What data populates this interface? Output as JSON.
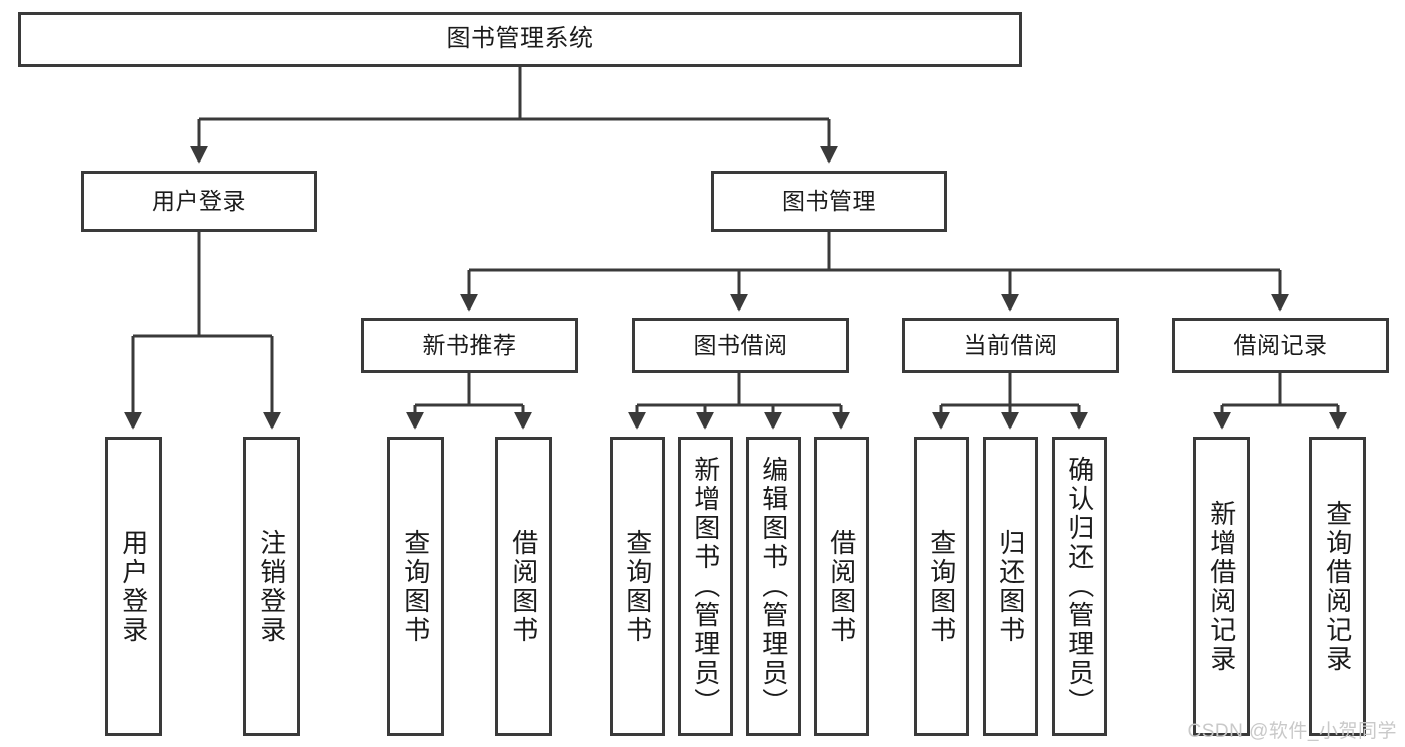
{
  "diagram": {
    "title": "图书管理系统",
    "type": "tree-hierarchy",
    "background_color": "#ffffff",
    "box_border_color": "#3a3a3a",
    "connector_color": "#3a3a3a",
    "text_color": "#1b1b1b"
  },
  "root": {
    "label": "图书管理系统"
  },
  "level2": [
    {
      "label": "用户登录"
    },
    {
      "label": "图书管理"
    }
  ],
  "level3": [
    {
      "label": "新书推荐"
    },
    {
      "label": "图书借阅"
    },
    {
      "label": "当前借阅"
    },
    {
      "label": "借阅记录"
    }
  ],
  "leaves": {
    "user_login": [
      {
        "label": "用户登录"
      },
      {
        "label": "注销登录"
      }
    ],
    "new_book_recommend": [
      {
        "label": "查询图书"
      },
      {
        "label": "借阅图书"
      }
    ],
    "book_borrow": [
      {
        "label": "查询图书"
      },
      {
        "label": "新增图书（管理员）"
      },
      {
        "label": "编辑图书（管理员）"
      },
      {
        "label": "借阅图书"
      }
    ],
    "current_borrow": [
      {
        "label": "查询图书"
      },
      {
        "label": "归还图书"
      },
      {
        "label": "确认归还（管理员）"
      }
    ],
    "borrow_record": [
      {
        "label": "新增借阅记录"
      },
      {
        "label": "查询借阅记录"
      }
    ]
  },
  "watermark": {
    "text": "CSDN @软件_小贺同学"
  }
}
